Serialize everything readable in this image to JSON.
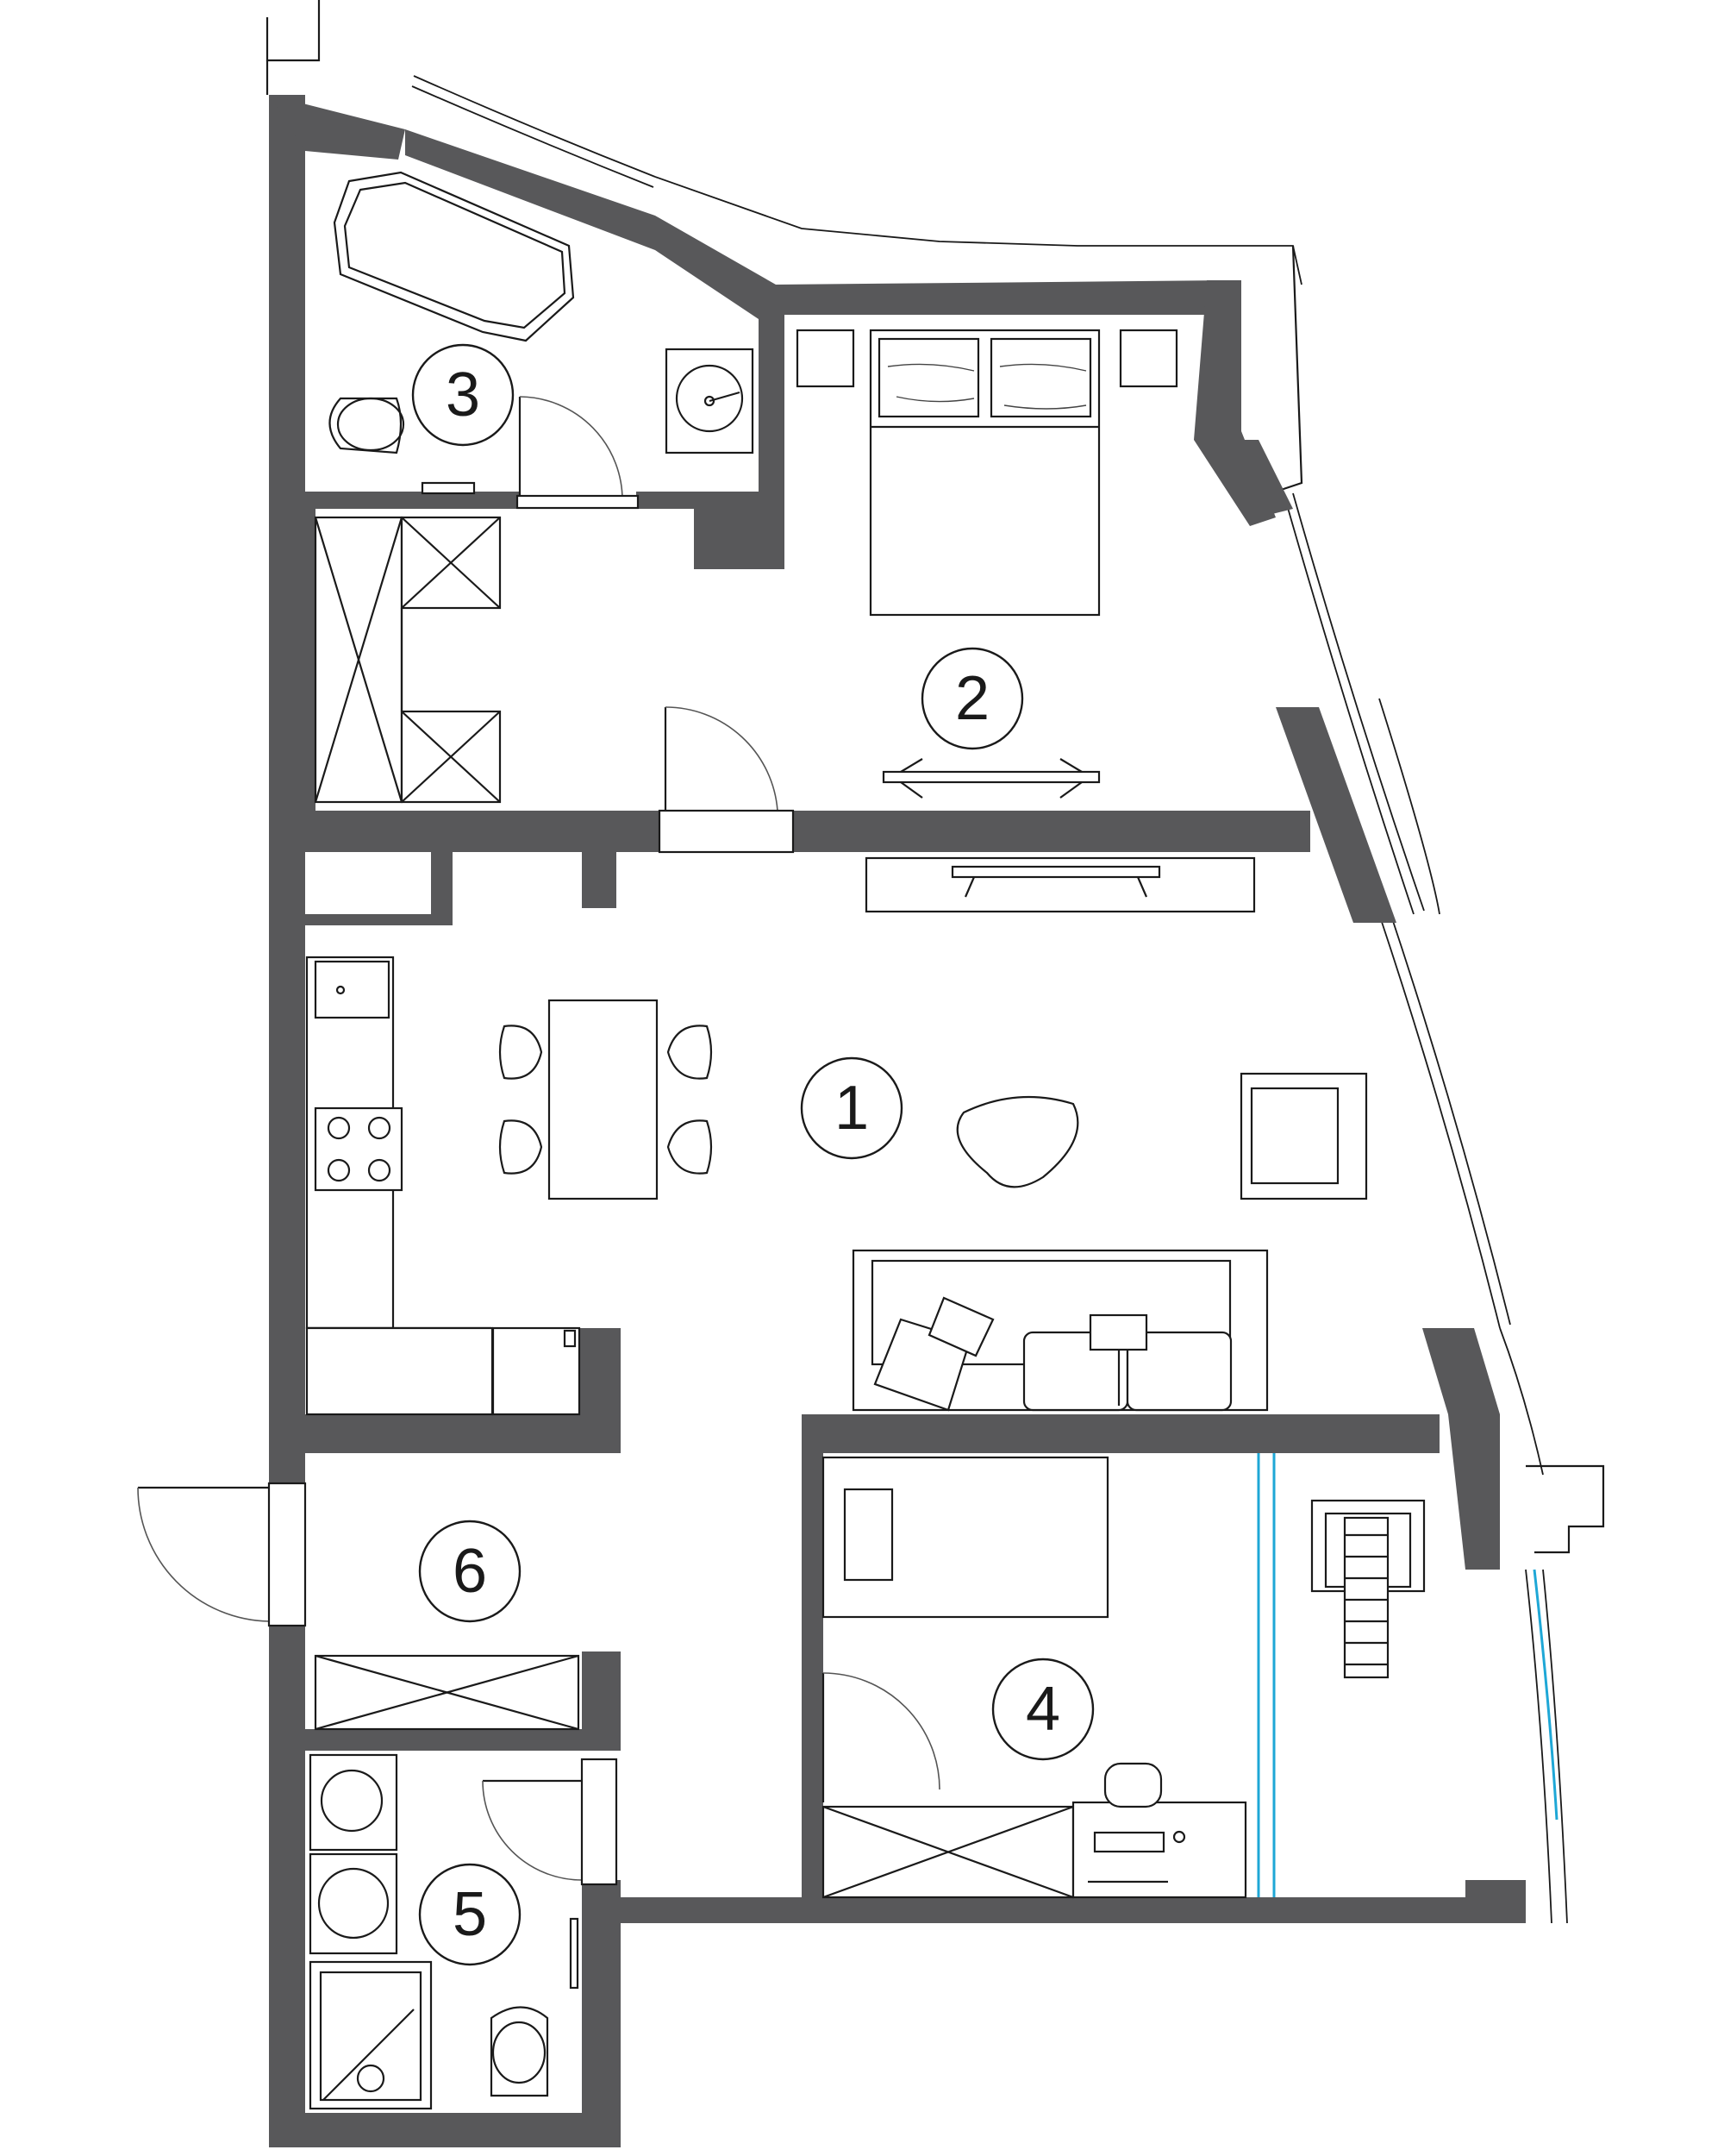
{
  "plan": {
    "rooms": [
      {
        "id": "living",
        "number": "1"
      },
      {
        "id": "bedroom",
        "number": "2"
      },
      {
        "id": "bathroom",
        "number": "3"
      },
      {
        "id": "study",
        "number": "4"
      },
      {
        "id": "shower-room",
        "number": "5"
      },
      {
        "id": "hall",
        "number": "6"
      }
    ],
    "colors": {
      "wall": "#58585a",
      "line": "#1a1a1a",
      "accent": "#1ea7d6",
      "background": "#ffffff"
    }
  }
}
